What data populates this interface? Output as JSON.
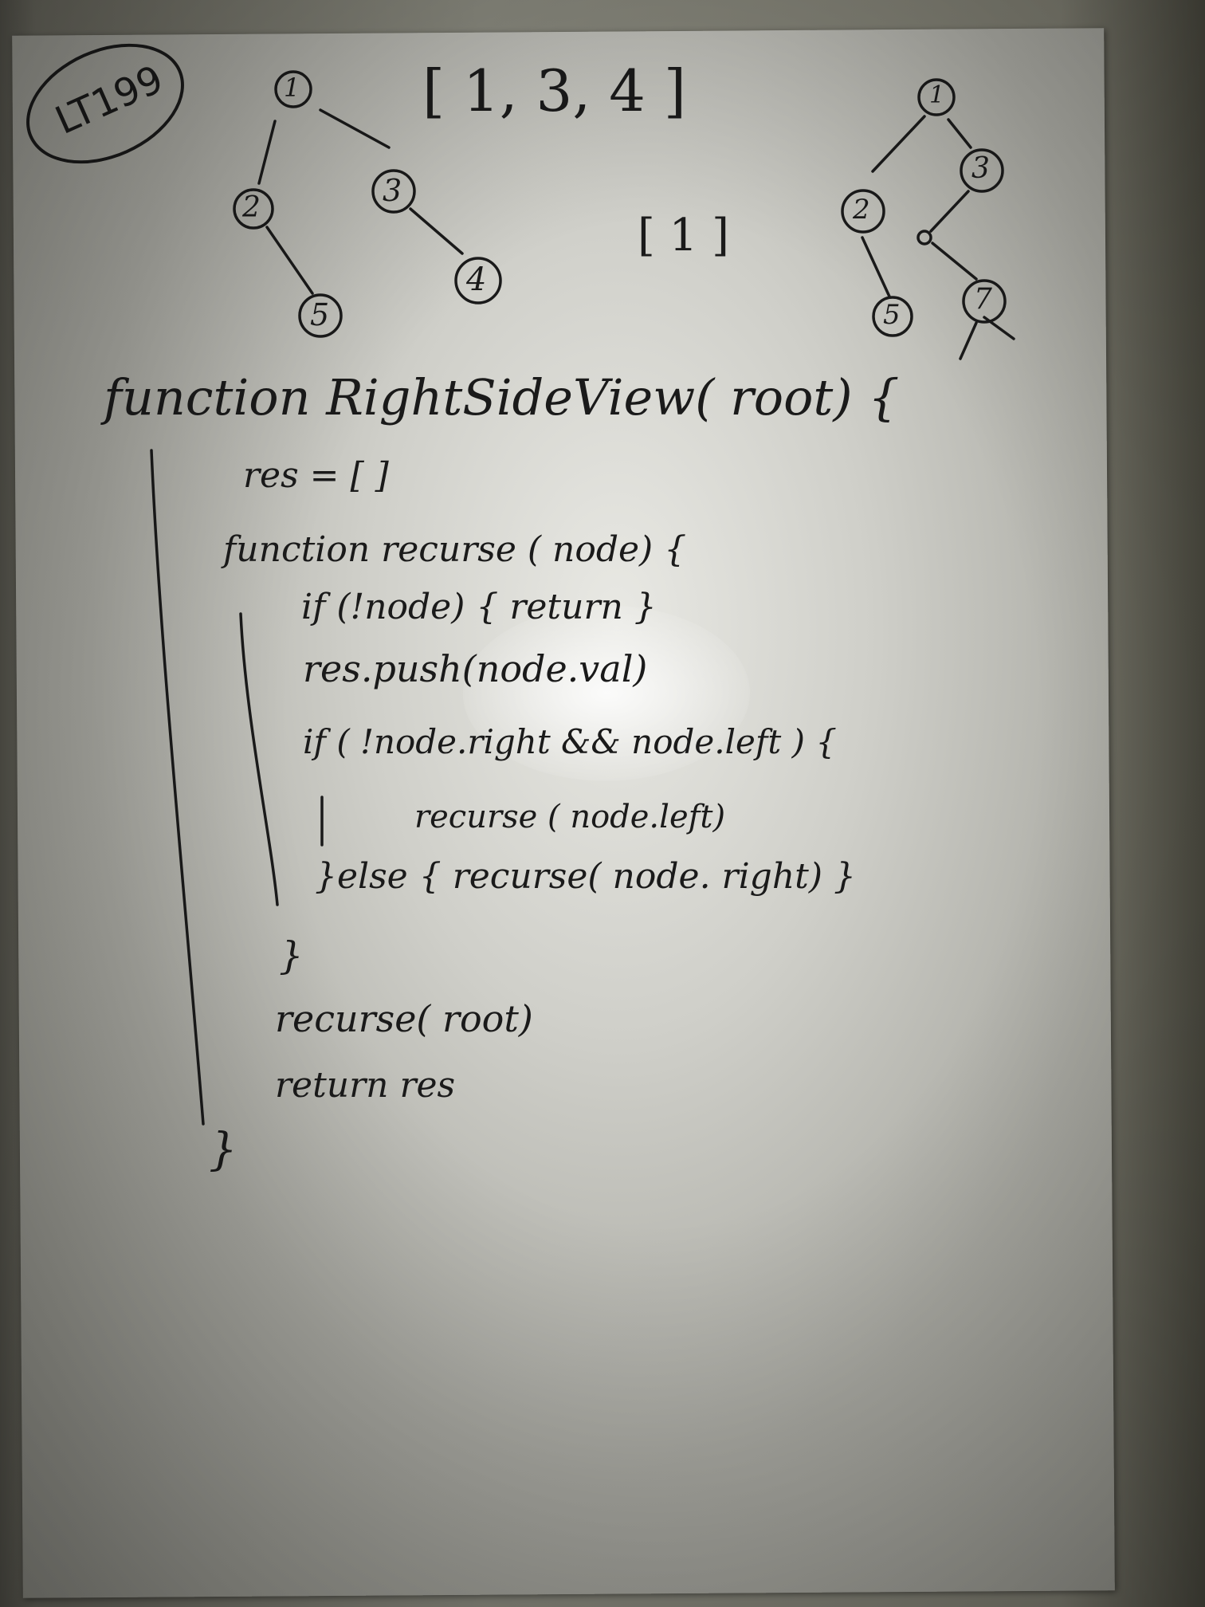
{
  "tag": "LT199",
  "tree1": {
    "nodes": [
      "1",
      "2",
      "3",
      "5",
      "4"
    ],
    "result": "[ 1, 3, 4 ]"
  },
  "tree2": {
    "nodes": [
      "1",
      "2",
      "3",
      "5",
      "7"
    ],
    "result": "[ 1 ]"
  },
  "code": {
    "line1": "function  RightSideView( root) {",
    "line2": "res = [    ]",
    "line3": "function  recurse ( node) {",
    "line4": "if (!node) { return }",
    "line5": "res.push(node.val)",
    "line6": "if ( !node.right  &&  node.left ) {",
    "line7": "recurse ( node.left)",
    "line8": "}else { recurse( node. right) }",
    "line9": "}",
    "line10": "recurse( root)",
    "line11": "return  res",
    "line12": "}"
  }
}
